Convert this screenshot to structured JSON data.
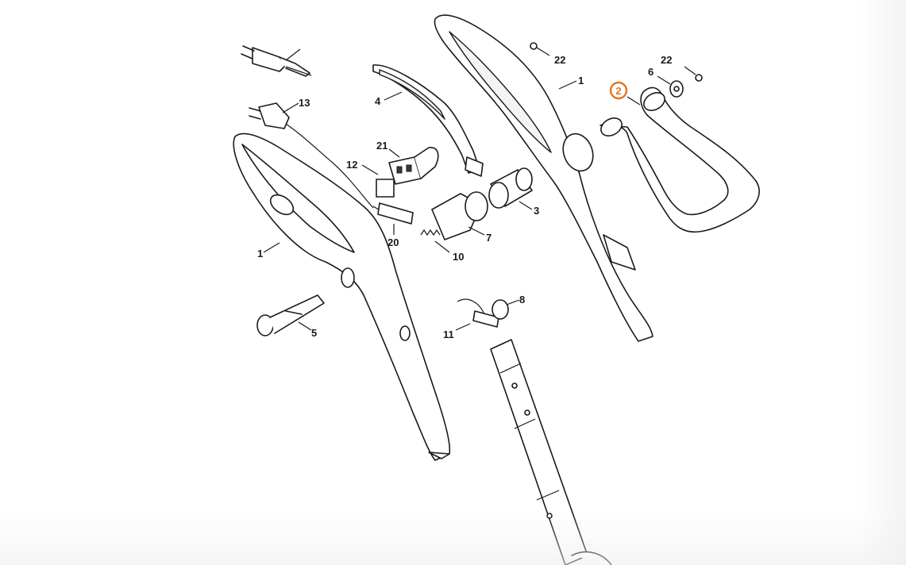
{
  "diagram": {
    "highlight_color": "#e8731f",
    "line_color": "#1a1a1a",
    "callouts": {
      "c1_left": "1",
      "c1_right": "1",
      "c2": "2",
      "c3": "3",
      "c4": "4",
      "c5": "5",
      "c6": "6",
      "c7": "7",
      "c8": "8",
      "c10": "10",
      "c11": "11",
      "c12": "12",
      "c13": "13",
      "c20": "20",
      "c21": "21",
      "c22_a": "22",
      "c22_b": "22"
    },
    "highlighted_part": "2"
  }
}
